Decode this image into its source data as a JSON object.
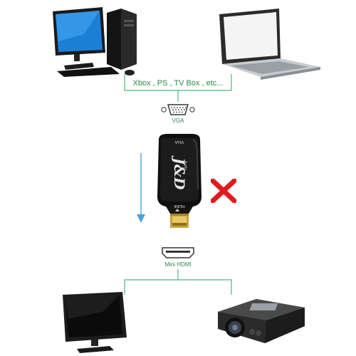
{
  "top_label": "Xbox , PS , TV Box , etc...",
  "vga_label": "VGA",
  "hdmi_label": "Mini HDMI",
  "adapter": {
    "brand": "J&D",
    "vga_text": "VGA",
    "audio_text": "Audio",
    "hdmi_text": "HDMI"
  },
  "colors": {
    "line_green": "#4cb97a",
    "arrow_blue": "#4aa3df",
    "cross_red": "#e11b22"
  }
}
